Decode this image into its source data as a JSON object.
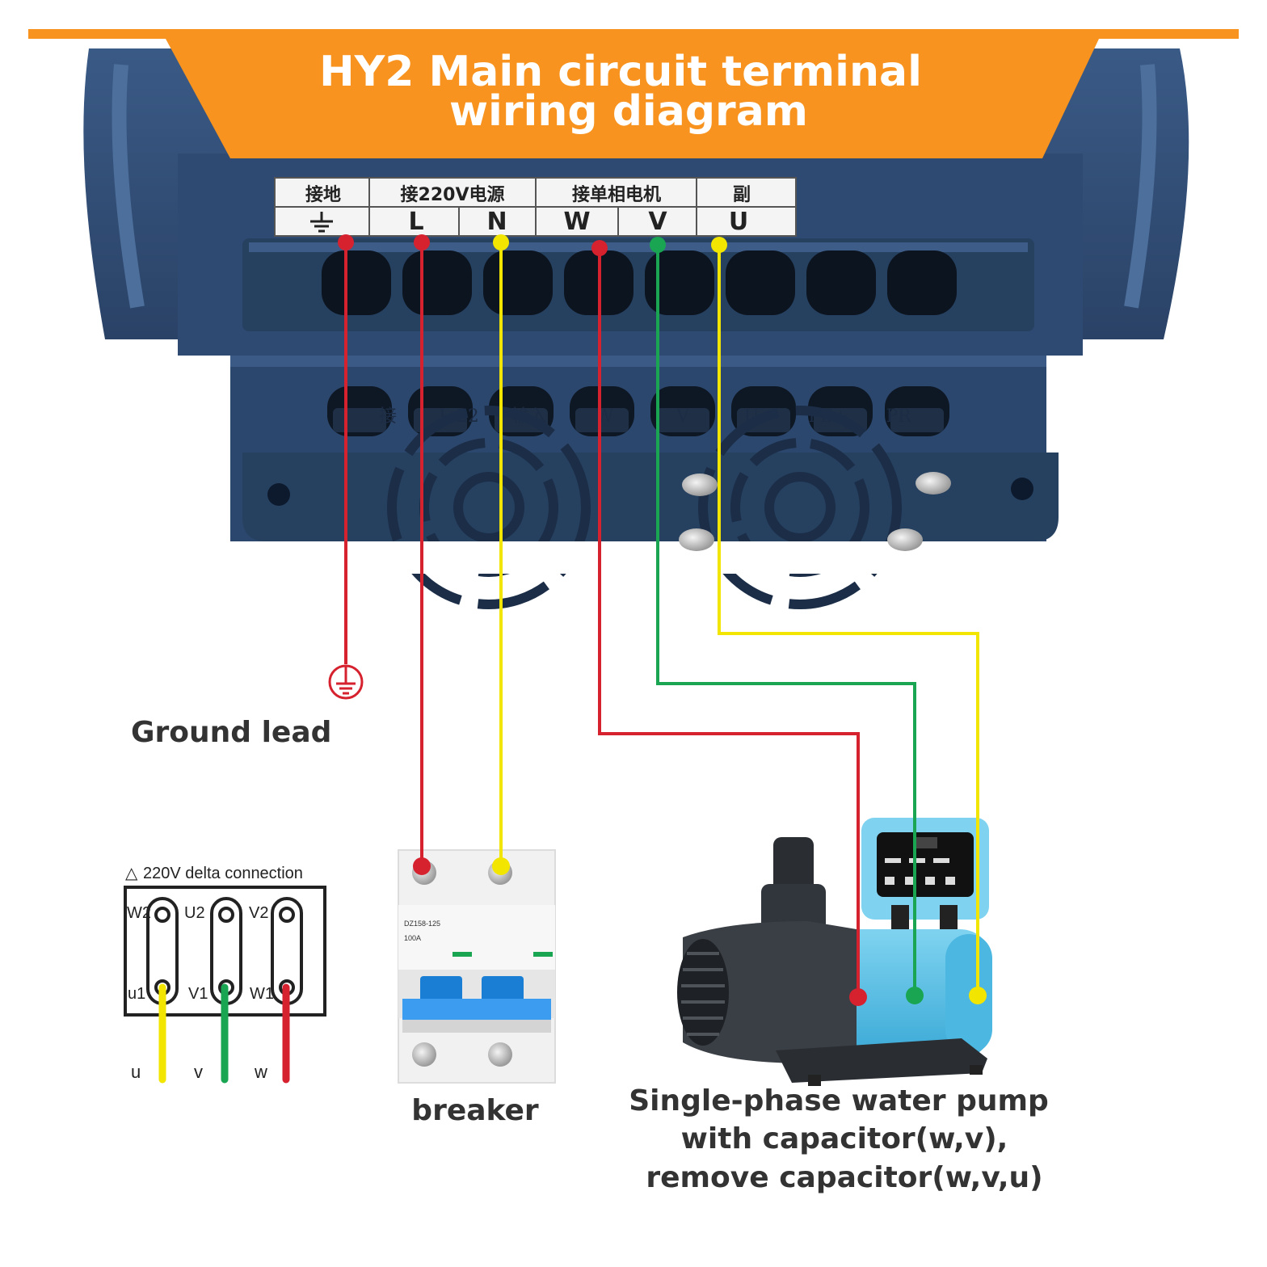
{
  "title": {
    "line1": "HY2 Main circuit terminal",
    "line2": "wiring diagram"
  },
  "terminal_label": {
    "group_headers": [
      "接地",
      "接220V电源",
      "接单相电机",
      "副"
    ],
    "terminals": [
      "L",
      "N",
      "W",
      "V",
      "U"
    ]
  },
  "embossed_labels": [
    "接",
    "L 22",
    "输入",
    "W",
    "V",
    "U",
    "PB+",
    "PR"
  ],
  "ground_label": "Ground lead",
  "delta": {
    "title": "220V delta connection",
    "top_labels": [
      "W2",
      "U2",
      "V2"
    ],
    "bottom_labels": [
      "u1",
      "V1",
      "W1"
    ],
    "phase_labels": [
      "u",
      "v",
      "w"
    ]
  },
  "breaker": {
    "caption": "breaker",
    "model": "DZ158-125",
    "rating": "100A"
  },
  "pump": {
    "caption_line1": "Single-phase water pump",
    "caption_line2": "with capacitor(w,v),",
    "caption_line3": "remove capacitor(w,v,u)"
  },
  "colors": {
    "banner": "#f7931e",
    "enclosure": "#2f4b73",
    "red_wire": "#d6212f",
    "yellow_wire": "#f2e600",
    "green_wire": "#1aa553",
    "pump_blue": "#5fc3e8"
  }
}
